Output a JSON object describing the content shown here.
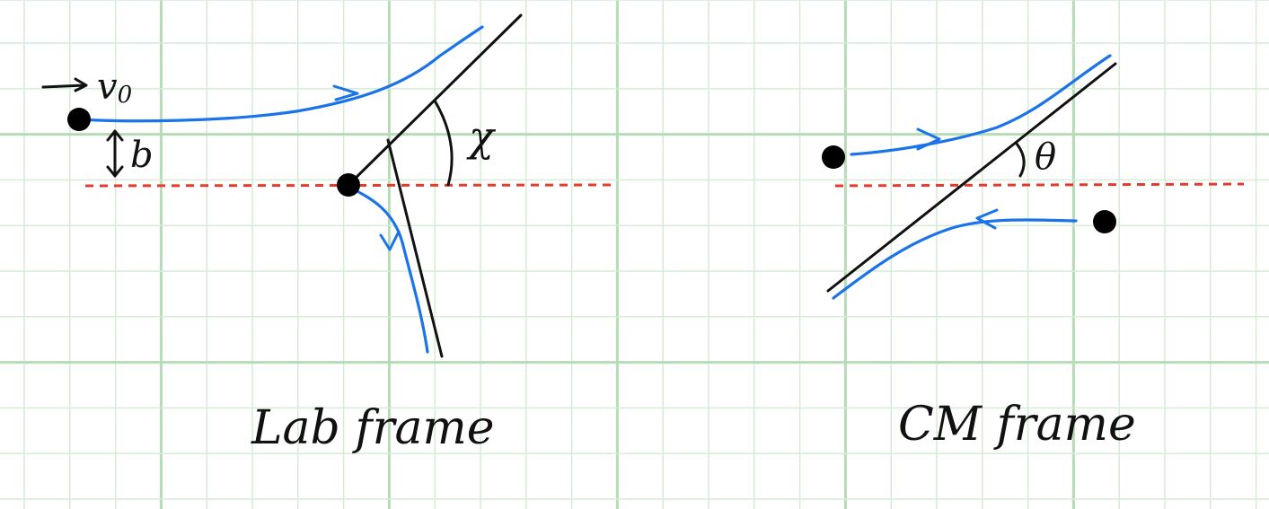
{
  "labels": {
    "v0": "v",
    "v0_sub": "0",
    "b": "b",
    "chi": "χ",
    "theta": "θ",
    "lab_caption": "Lab frame",
    "cm_caption": "CM frame"
  },
  "colors": {
    "grid_minor": "#d6ecd6",
    "grid_major": "#b6dcb6",
    "trajectory": "#1a73e8",
    "axis_dashed": "#e53b2c",
    "ink": "#111111"
  },
  "icons": {
    "particle": "filled-circle",
    "arrow": "right-arrow"
  }
}
